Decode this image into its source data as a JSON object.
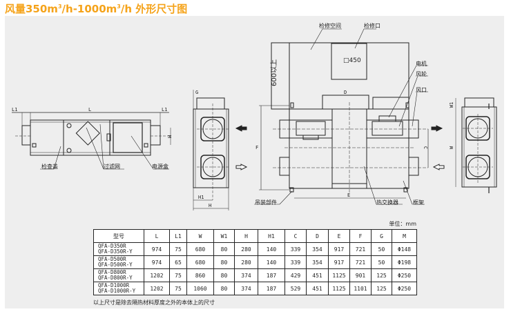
{
  "title": {
    "prefix": "风量350m",
    "sup1": "3",
    "mid": "/h-1000m",
    "sup2": "3",
    "suffix": "/h 外形尺寸图"
  },
  "colors": {
    "title": "#f5a31a",
    "panel": "#eeeeee",
    "line": "#222222"
  },
  "front_view": {
    "labels": {
      "inspection_cover": "检查盖",
      "filter": "过滤网",
      "power_box": "电源盒"
    },
    "dims": {
      "L1_left": "L1",
      "L": "L",
      "L1_right": "L1",
      "M": "M"
    }
  },
  "side_view_left": {
    "dims": {
      "G": "G",
      "H1": "H1",
      "H": "H"
    }
  },
  "top_view": {
    "labels": {
      "service_space": "检修空间",
      "service_port": "检修口",
      "port_size": "□450",
      "clearance": "600以上",
      "motor": "电机",
      "fan_wheel": "风轮",
      "air_outlet": "风口",
      "hanger": "吊装部件",
      "heat_exchanger": "热交换器",
      "frame": "框架"
    },
    "dims": {
      "D": "D",
      "E": "E",
      "F": "F",
      "C": "C"
    }
  },
  "side_view_right": {
    "dims": {
      "W1": "W1",
      "W": "W"
    }
  },
  "table": {
    "unit": "单位：mm",
    "headers": [
      "型号",
      "L",
      "L1",
      "W",
      "W1",
      "H",
      "H1",
      "C",
      "D",
      "E",
      "F",
      "G",
      "M"
    ],
    "rows": [
      {
        "models": [
          "QFA-D350R",
          "QFA-D350R-Y"
        ],
        "values": [
          "974",
          "75",
          "680",
          "80",
          "280",
          "140",
          "339",
          "354",
          "917",
          "721",
          "50",
          "Φ148"
        ]
      },
      {
        "models": [
          "QFA-D500R",
          "QFA-D500R-Y"
        ],
        "values": [
          "974",
          "65",
          "680",
          "80",
          "280",
          "140",
          "339",
          "354",
          "917",
          "721",
          "50",
          "Φ198"
        ]
      },
      {
        "models": [
          "QFA-D800R",
          "QFA-D800R-Y"
        ],
        "values": [
          "1202",
          "75",
          "860",
          "80",
          "374",
          "187",
          "429",
          "451",
          "1125",
          "901",
          "125",
          "Φ250"
        ]
      },
      {
        "models": [
          "QFA-D1000R",
          "QFA-D1000R-Y"
        ],
        "values": [
          "1202",
          "75",
          "1060",
          "80",
          "374",
          "187",
          "529",
          "451",
          "1125",
          "1101",
          "125",
          "Φ250"
        ]
      }
    ],
    "note": "以上尺寸是除去隔热材料厚度之外的本体上的尺寸"
  }
}
